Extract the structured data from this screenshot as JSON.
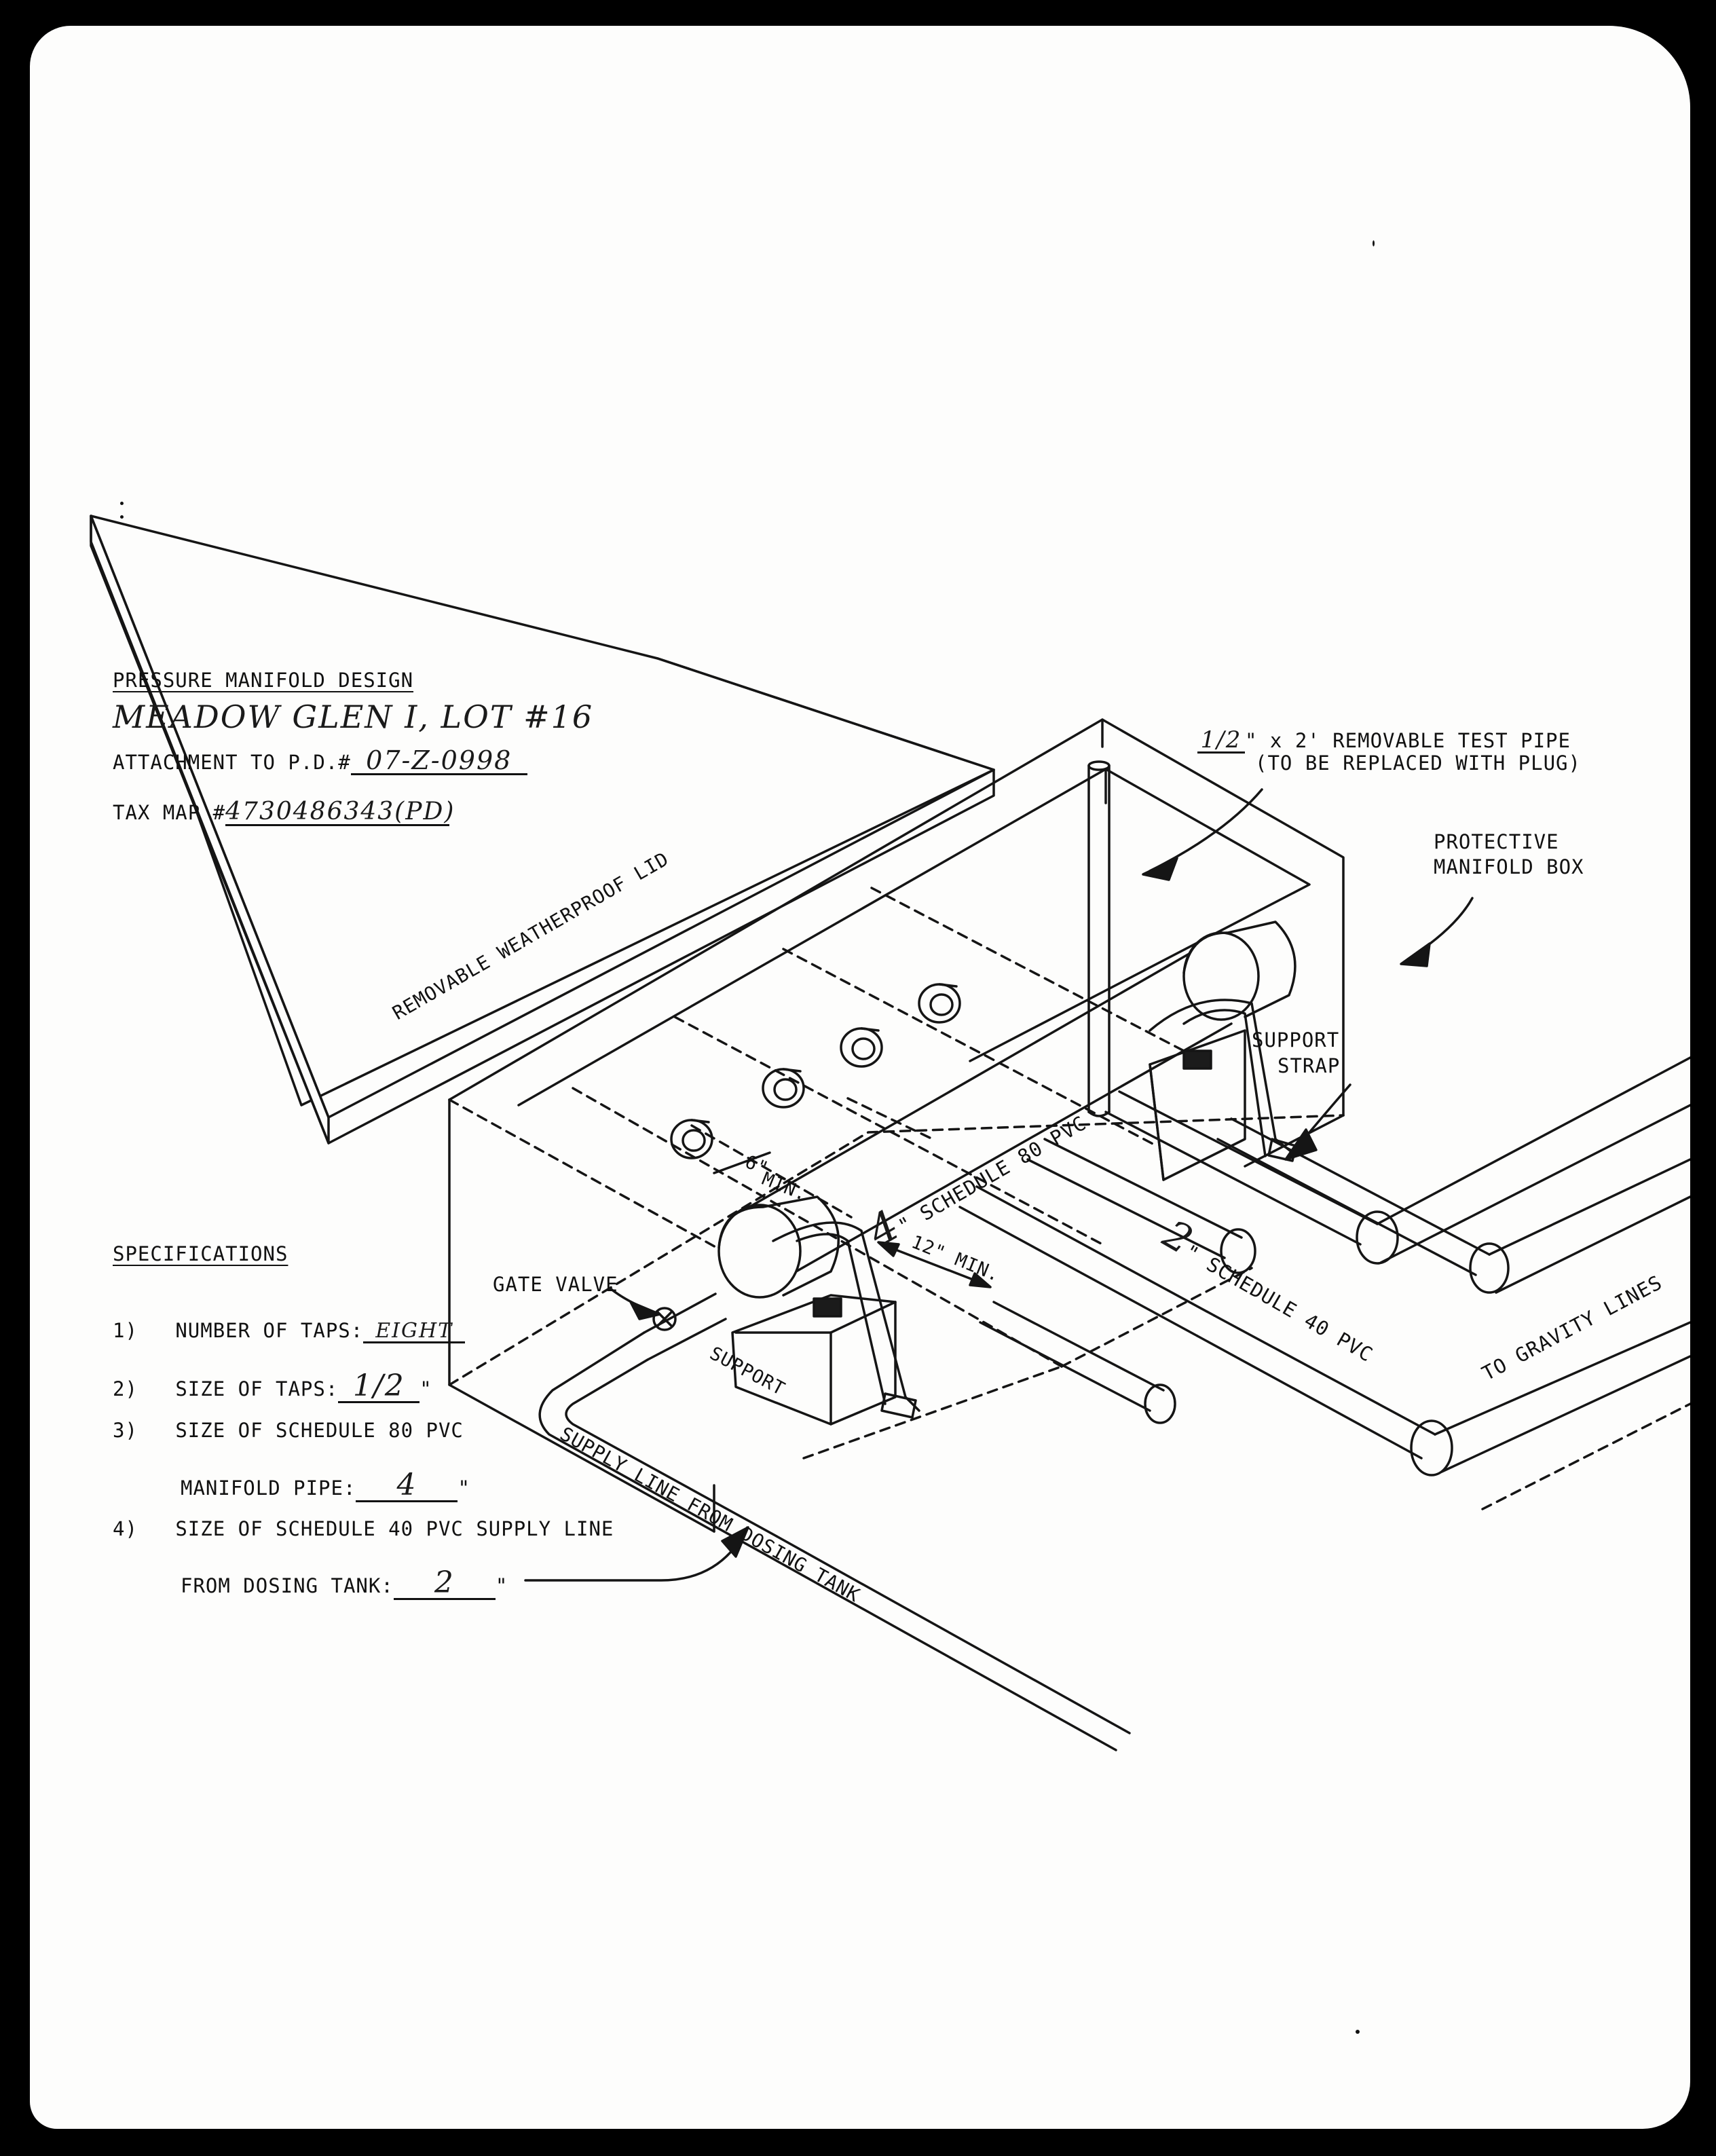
{
  "header": {
    "title": "PRESSURE MANIFOLD DESIGN",
    "project": "MEADOW GLEN I, LOT #16",
    "attachment_label": "ATTACHMENT TO P.D.#",
    "attachment_value": "07-Z-0998",
    "taxmap_label": "TAX MAP #",
    "taxmap_value": "4730486343(PD)"
  },
  "specifications": {
    "heading": "SPECIFICATIONS",
    "items": [
      {
        "num": "1)",
        "label": "NUMBER OF TAPS:",
        "value": "EIGHT",
        "unit": ""
      },
      {
        "num": "2)",
        "label": "SIZE OF TAPS:",
        "value": "1/2",
        "unit": "\""
      },
      {
        "num": "3)",
        "label": "SIZE OF SCHEDULE 80 PVC",
        "label2": "MANIFOLD PIPE:",
        "value": "4",
        "unit": "\""
      },
      {
        "num": "4)",
        "label": "SIZE OF SCHEDULE 40 PVC SUPPLY LINE",
        "label2": "FROM DOSING TANK:",
        "value": "2",
        "unit": "\""
      }
    ]
  },
  "labels": {
    "lid": "REMOVABLE WEATHERPROOF LID",
    "test_pipe_value": "1/2",
    "test_pipe_1": "\" x 2' REMOVABLE TEST PIPE",
    "test_pipe_2": "(TO BE REPLACED WITH PLUG)",
    "box_1": "PROTECTIVE",
    "box_2": "MANIFOLD BOX",
    "strap_1": "SUPPORT",
    "strap_2": "STRAP",
    "manifold_value": "4",
    "manifold": "\" SCHEDULE 80 PVC",
    "six_min_1": "6\"",
    "six_min_2": "MIN.",
    "twelve_min": "12\" MIN.",
    "lateral_value": "2",
    "lateral": "\" SCHEDULE 40 PVC",
    "gravity": "TO GRAVITY LINES",
    "gate_valve": "GATE VALVE",
    "support": "SUPPORT",
    "supply": "SUPPLY LINE FROM DOSING TANK"
  }
}
